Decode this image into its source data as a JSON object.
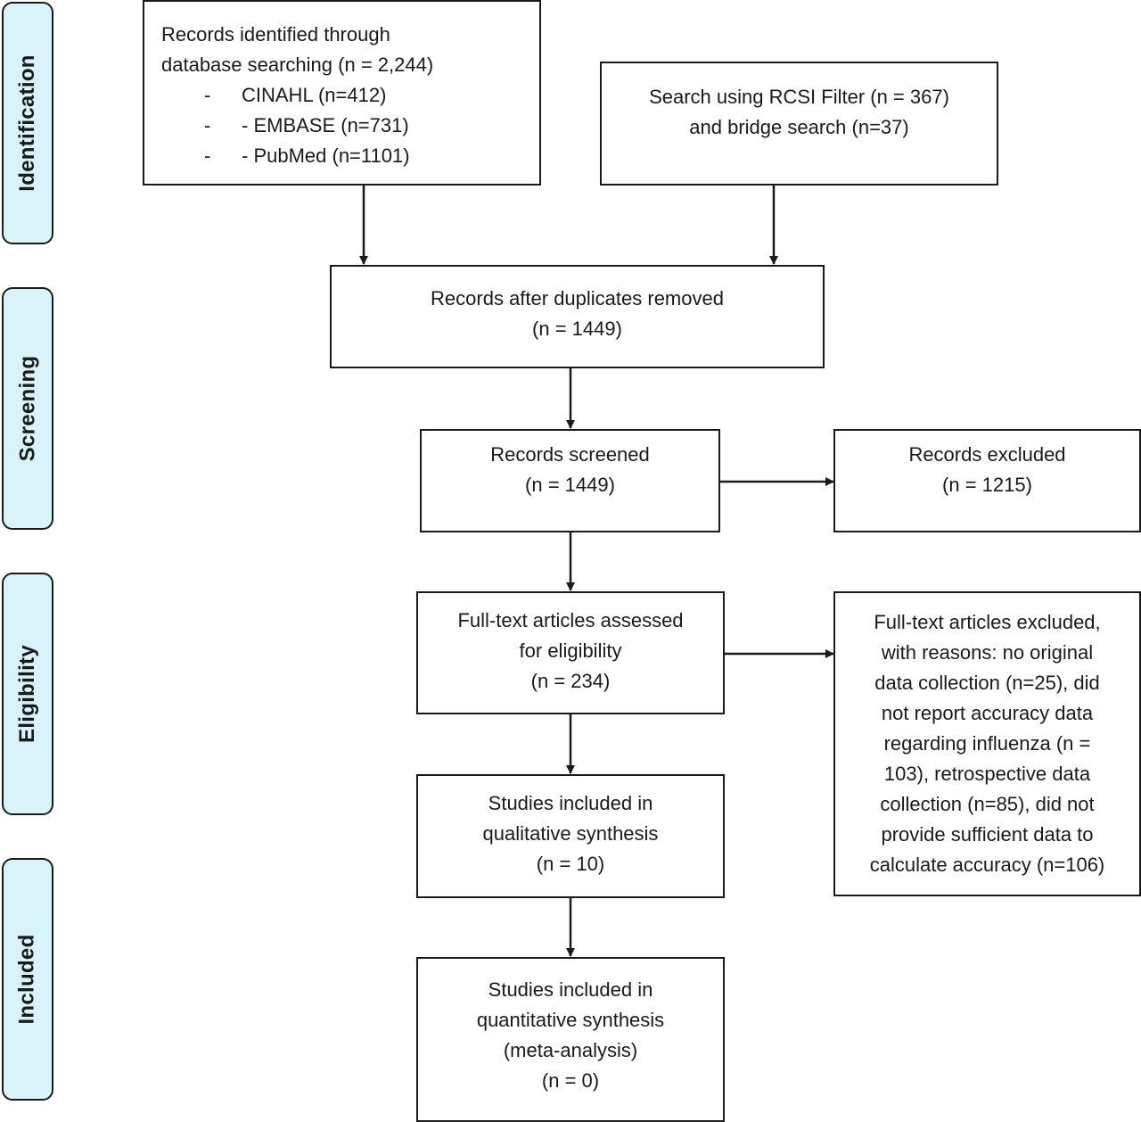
{
  "stages": {
    "identification": "Identification",
    "screening": "Screening",
    "eligibility": "Eligibility",
    "included": "Included"
  },
  "boxes": {
    "database_search": {
      "lines": [
        "Records identified through",
        "database searching (n =  2,244)"
      ],
      "sub_items": [
        {
          "bullet": "-",
          "text": "CINAHL (n=412)"
        },
        {
          "bullet": "-",
          "text": "- EMBASE (n=731)"
        },
        {
          "bullet": "-",
          "text": "- PubMed (n=1101)"
        }
      ]
    },
    "rcsi_search": {
      "lines": [
        "Search using RCSI Filter (n = 367)",
        "and bridge search (n=37)"
      ]
    },
    "duplicates_removed": {
      "lines": [
        "Records after duplicates removed",
        "(n =  1449)"
      ]
    },
    "records_screened": {
      "lines": [
        "Records screened",
        "(n = 1449)"
      ]
    },
    "records_excluded": {
      "lines": [
        "Records excluded",
        "(n = 1215)"
      ]
    },
    "fulltext_assessed": {
      "lines": [
        "Full-text articles assessed",
        "for eligibility",
        "(n = 234)"
      ]
    },
    "fulltext_excluded": {
      "lines": [
        "Full-text articles excluded,",
        "with reasons: no original",
        "data collection (n=25), did",
        "not report accuracy data",
        "regarding influenza (n =",
        "103), retrospective data",
        "collection (n=85), did not",
        "provide sufficient data to",
        "calculate accuracy (n=106)"
      ]
    },
    "qualitative": {
      "lines": [
        "Studies included in",
        "qualitative synthesis",
        "(n = 10)"
      ]
    },
    "quantitative": {
      "lines": [
        "Studies included in",
        "quantitative synthesis",
        "(meta-analysis)",
        "(n = 0)"
      ]
    }
  }
}
